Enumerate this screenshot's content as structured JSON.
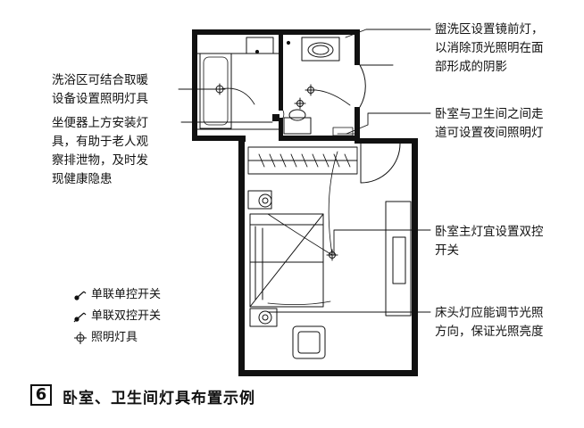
{
  "annotations": {
    "mirror_light": [
      "盥洗区设置镜前灯，",
      "以消除顶光照明在面",
      "部形成的阴影"
    ],
    "bath_heater": [
      "洗浴区可结合取暖",
      "设备设置照明灯具"
    ],
    "toilet_light": [
      "坐便器上方安装灯",
      "具，有助于老人观",
      "察排泄物，及时发",
      "现健康隐患"
    ],
    "night_light": [
      "卧室与卫生间之间走",
      "道可设置夜间照明灯"
    ],
    "main_light": [
      "卧室主灯宜设置双控",
      "开关"
    ],
    "bedside_light": [
      "床头灯应能调节光照",
      "方向，保证光照亮度"
    ]
  },
  "legend": {
    "single_switch": "单联单控开关",
    "double_switch": "单联双控开关",
    "fixture": "照明灯具"
  },
  "figure": {
    "number": "6",
    "title": "卧室、卫生间灯具布置示例"
  }
}
